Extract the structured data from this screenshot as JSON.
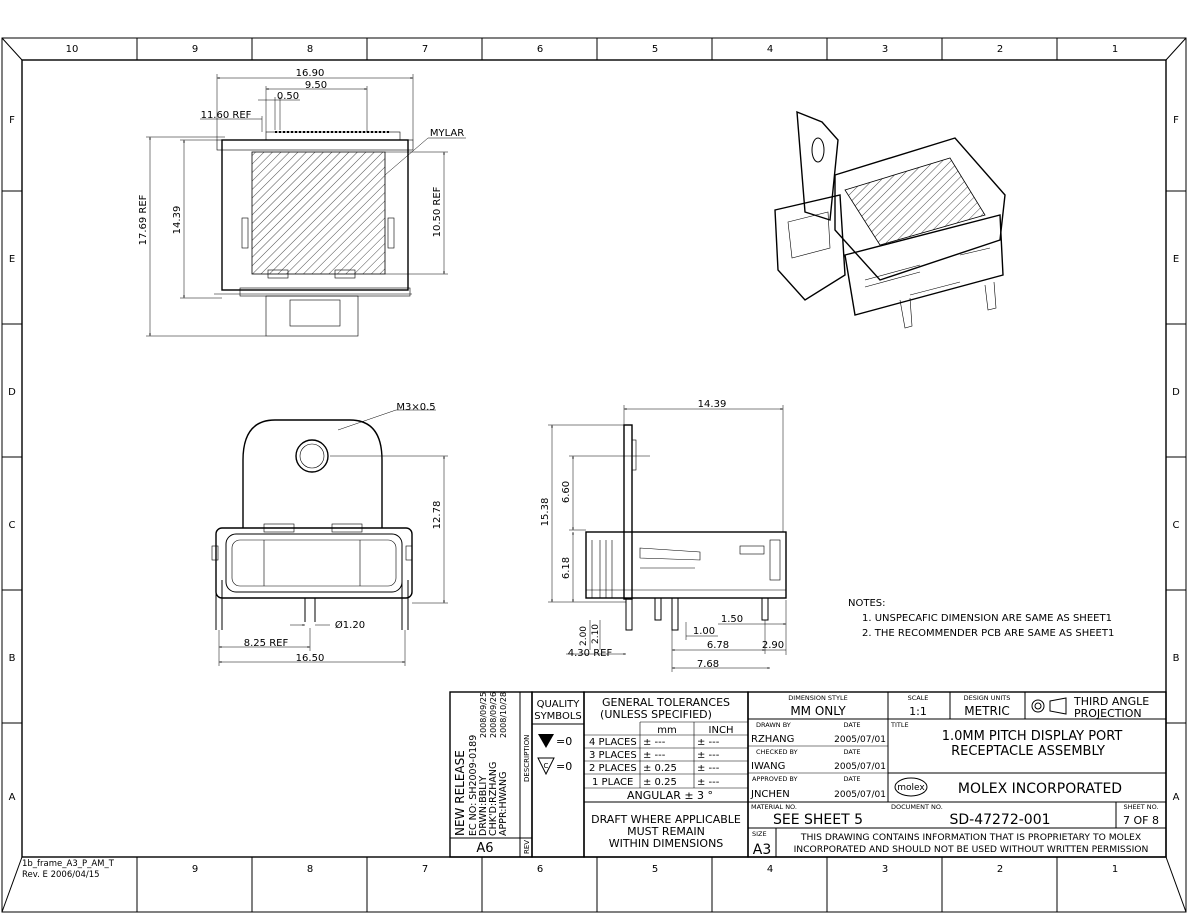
{
  "frame": {
    "top_zones": [
      "10",
      "9",
      "8",
      "7",
      "6",
      "5",
      "4",
      "3",
      "2",
      "1"
    ],
    "bottom_zones": [
      "9",
      "8",
      "7",
      "6",
      "5",
      "4",
      "3",
      "2",
      "1"
    ],
    "left_zones": [
      "F",
      "E",
      "D",
      "C",
      "B",
      "A"
    ],
    "right_zones": [
      "F",
      "E",
      "D",
      "C",
      "B",
      "A"
    ],
    "frame_id": "1b_frame_A3_P_AM_T",
    "frame_rev": "Rev. E 2006/04/15"
  },
  "top_view": {
    "dims": {
      "w1": "16.90",
      "w2": "9.50",
      "pitch": "0.50",
      "ref": "11.60 REF",
      "h1": "17.69 REF",
      "h2": "14.39",
      "h3": "10.50 REF"
    },
    "mylar_label": "MYLAR"
  },
  "front_view": {
    "dims": {
      "screw": "M3×0.5",
      "h": "12.78",
      "pin": "Ø1.20",
      "ref": "8.25 REF",
      "w": "16.50"
    }
  },
  "side_view": {
    "dims": {
      "top": "14.39",
      "h1": "15.38",
      "h2": "6.60",
      "h3": "6.18",
      "d1": "1.50",
      "d2": "1.00",
      "d3": "6.78",
      "d4": "2.90",
      "d5": "7.68",
      "v1": "2.00",
      "v2": "2.10",
      "ref": "4.30 REF"
    }
  },
  "notes": {
    "heading": "NOTES:",
    "items": [
      "1. UNSPECAFIC DIMENSION ARE SAME AS SHEET1",
      "2. THE RECOMMENDER PCB ARE SAME AS SHEET1"
    ]
  },
  "revision": {
    "release": "NEW RELEASE",
    "ec": "EC NO: SH2009-0189",
    "drwn": "DRWN:BBLIY",
    "chkd": "CHK'D:RZHANG",
    "appr": "APPR:HWANG",
    "d1": "2008/09/25",
    "d2": "2008/09/26",
    "d3": "2008/10/28",
    "description": "DESCRIPTION",
    "rev": "A6",
    "rev_label": "REV"
  },
  "quality": {
    "title_l1": "QUALITY",
    "title_l2": "SYMBOLS",
    "sym1": "=0",
    "sym2": "=0"
  },
  "tolerances": {
    "title_l1": "GENERAL TOLERANCES",
    "title_l2": "(UNLESS SPECIFIED)",
    "col_mm": "mm",
    "col_inch": "INCH",
    "rows": [
      {
        "label": "4 PLACES",
        "mm": "± ---",
        "inch": "± ---"
      },
      {
        "label": "3 PLACES",
        "mm": "± ---",
        "inch": "± ---"
      },
      {
        "label": "2 PLACES",
        "mm": "± 0.25",
        "inch": "± ---"
      },
      {
        "label": "1 PLACE",
        "mm": "± 0.25",
        "inch": "± ---"
      }
    ],
    "angular": "ANGULAR ± 3 °",
    "draft_l1": "DRAFT WHERE APPLICABLE",
    "draft_l2": "MUST REMAIN",
    "draft_l3": "WITHIN DIMENSIONS"
  },
  "title_block": {
    "dim_style_label": "DIMENSION STYLE",
    "dim_style": "MM ONLY",
    "scale_label": "SCALE",
    "scale": "1:1",
    "units_label": "DESIGN UNITS",
    "units": "METRIC",
    "projection_l1": "THIRD ANGLE",
    "projection_l2": "PROJECTION",
    "drawn_by_label": "DRAWN BY",
    "drawn_by": "RZHANG",
    "checked_by_label": "CHECKED BY",
    "checked_by": "IWANG",
    "approved_by_label": "APPROVED BY",
    "approved_by": "JNCHEN",
    "date_label": "DATE",
    "date1": "2005/07/01",
    "date2": "2005/07/01",
    "date3": "2005/07/01",
    "title_label": "TITLE",
    "title_l1": "1.0MM PITCH DISPLAY PORT",
    "title_l2": "RECEPTACLE ASSEMBLY",
    "logo": "molex",
    "company": "MOLEX INCORPORATED",
    "material_label": "MATERIAL NO.",
    "material": "SEE SHEET 5",
    "document_label": "DOCUMENT NO.",
    "document": "SD-47272-001",
    "sheet_label": "SHEET NO.",
    "sheet": "7 OF 8",
    "size_label": "SIZE",
    "size": "A3",
    "prop_l1": "THIS DRAWING CONTAINS INFORMATION THAT IS PROPRIETARY TO MOLEX",
    "prop_l2": "INCORPORATED AND SHOULD NOT BE USED WITHOUT WRITTEN PERMISSION"
  }
}
